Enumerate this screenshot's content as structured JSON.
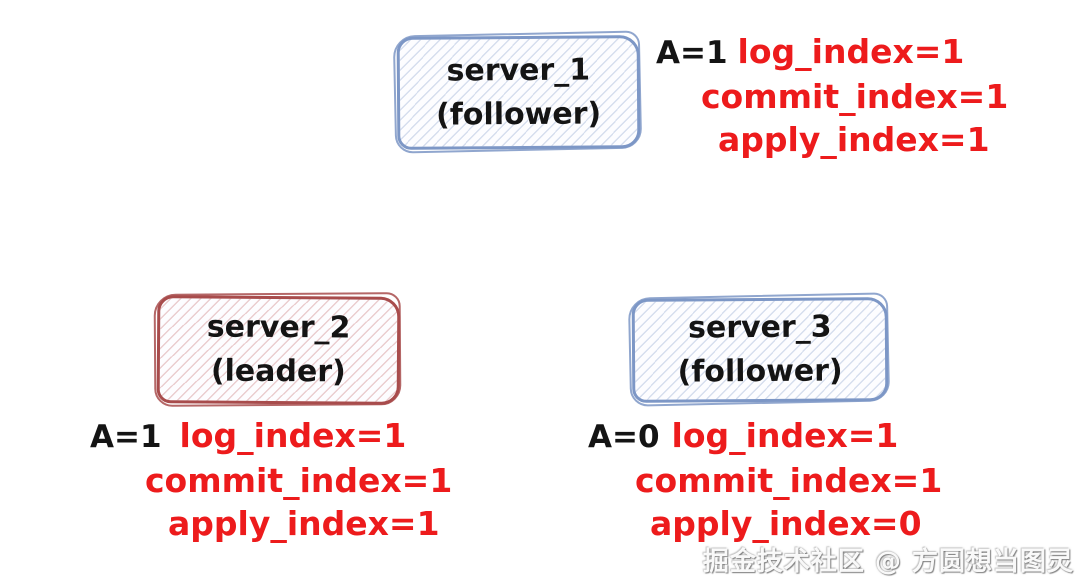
{
  "colors": {
    "follower_border": "#7d97c6",
    "leader_border": "#a84c4c",
    "red_text": "#ed1b1c",
    "black_text": "#141414"
  },
  "servers": [
    {
      "name": "server_1",
      "role": "(follower)",
      "a_value": "A=1",
      "log_index": "log_index=1",
      "commit_index": "commit_index=1",
      "apply_index": "apply_index=1"
    },
    {
      "name": "server_2",
      "role": "(leader)",
      "a_value": "A=1",
      "log_index": "log_index=1",
      "commit_index": "commit_index=1",
      "apply_index": "apply_index=1"
    },
    {
      "name": "server_3",
      "role": "(follower)",
      "a_value": "A=0",
      "log_index": "log_index=1",
      "commit_index": "commit_index=1",
      "apply_index": "apply_index=0"
    }
  ],
  "watermark": "掘金技术社区 @ 方圆想当图灵"
}
